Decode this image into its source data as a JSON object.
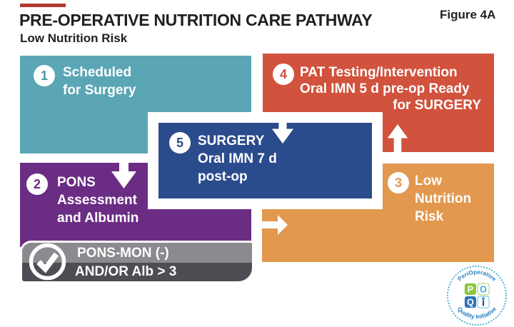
{
  "header": {
    "title": "PRE-OPERATIVE NUTRITION CARE PATHWAY",
    "subtitle": "Low Nutrition Risk",
    "figure_label": "Figure 4A",
    "accent_color": "#b23a2f"
  },
  "boxes": [
    {
      "number": "1",
      "color": "#5ba6b5",
      "lines": [
        "Scheduled",
        "for Surgery"
      ]
    },
    {
      "number": "2",
      "color": "#6b2c83",
      "lines": [
        "PONS",
        "Assessment",
        "and Albumin"
      ]
    },
    {
      "number": "3",
      "color": "#e2984e",
      "lines": [
        "Low",
        "Nutrition",
        "Risk"
      ]
    },
    {
      "number": "4",
      "color": "#d1523d",
      "lines": [
        "PAT Testing/Intervention",
        "Oral IMN 5 d pre-op Ready",
        "for SURGERY"
      ]
    },
    {
      "number": "5",
      "color": "#2b4c8c",
      "lines": [
        "SURGERY",
        "Oral IMN 7 d",
        "post-op"
      ]
    }
  ],
  "callout": {
    "line1": "PONS-MON (-)",
    "line2": "AND/OR Alb > 3",
    "top_color": "#8a8a8f",
    "bottom_color": "#4d4e54"
  },
  "logo": {
    "arc_top": "PeriOperative",
    "arc_bottom": "Quality Initiative",
    "letter_p": "P",
    "letter_o": "O",
    "letter_q": "Q",
    "letter_i": "i",
    "green": "#8dc63f",
    "blue": "#2d74ba",
    "light_blue": "#3fa9e0",
    "arc_color": "#2a7fc1"
  }
}
